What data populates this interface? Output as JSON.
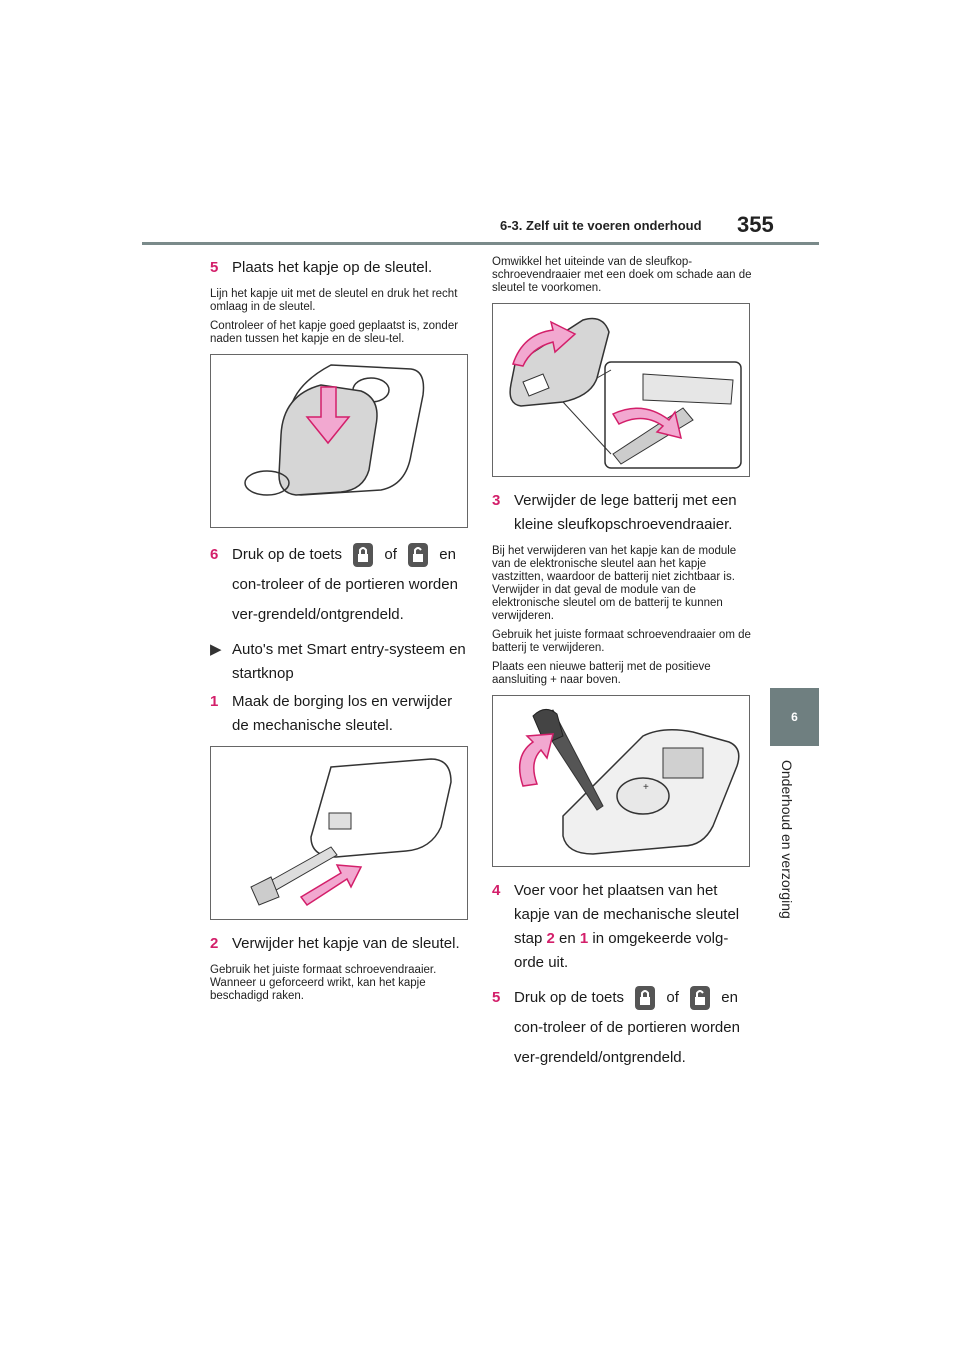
{
  "header": {
    "section": "6-3. Zelf uit te voeren onderhoud",
    "page_number": "355"
  },
  "side_tab": {
    "number": "6",
    "label": "Onderhoud en verzorging"
  },
  "left": {
    "step5": {
      "num": "5",
      "text": "Plaats het kapje op de sleutel."
    },
    "note5a": "Lijn het kapje uit met de sleutel en druk het recht omlaag in de sleutel.",
    "note5b": "Controleer of het kapje goed geplaatst is, zonder naden tussen het kapje en de sleu-tel.",
    "step6": {
      "num": "6",
      "pre": "Druk op de toets",
      "mid": "of",
      "post": "en con-troleer of de portieren worden ver-grendeld/ontgrendeld."
    },
    "bullet": "Auto's met Smart entry-systeem en startknop",
    "step1": {
      "num": "1",
      "text": "Maak de borging los en verwijder de mechanische sleutel."
    },
    "step2": {
      "num": "2",
      "text": "Verwijder het kapje van de sleutel."
    },
    "note2": "Gebruik het juiste formaat schroevendraaier. Wanneer u geforceerd wrikt, kan het kapje beschadigd raken."
  },
  "right": {
    "note_top": "Omwikkel het uiteinde van de sleufkop-schroevendraaier met een doek om schade aan de sleutel te voorkomen.",
    "step3": {
      "num": "3",
      "text": "Verwijder de lege batterij met een kleine sleufkopschroevendraaier."
    },
    "note3a": "Bij het verwijderen van het kapje kan de module van de elektronische sleutel aan het kapje vastzitten, waardoor de batterij niet zichtbaar is. Verwijder in dat geval de module van de elektronische sleutel om de batterij te kunnen verwijderen.",
    "note3b": "Gebruik het juiste formaat schroevendraaier om de batterij te verwijderen.",
    "note3c": "Plaats een nieuwe batterij met de positieve aansluiting + naar boven.",
    "step4": {
      "num": "4",
      "pre": "Voer voor het plaatsen van het kapje van de mechanische sleutel stap",
      "n1": "2",
      "and": "en",
      "n2": "1",
      "post": "in omgekeerde volg-orde uit."
    },
    "step5": {
      "num": "5",
      "pre": "Druk op de toets",
      "mid": "of",
      "post": "en con-troleer of de portieren worden ver-grendeld/ontgrendeld."
    }
  },
  "colors": {
    "accent": "#d31f6a",
    "arrow_fill": "#f2a8d0",
    "tab": "#6f7f80"
  }
}
